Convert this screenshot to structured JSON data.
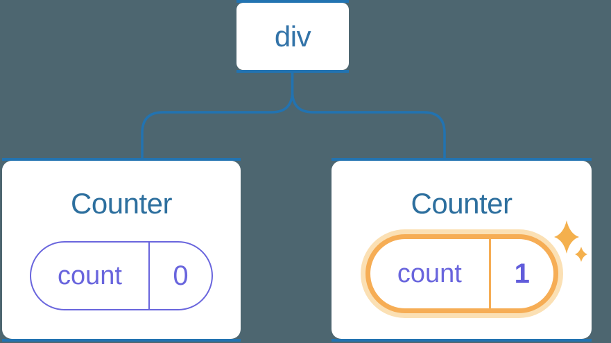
{
  "diagram": {
    "root": {
      "label": "div"
    },
    "counters": [
      {
        "title": "Counter",
        "state_key": "count",
        "state_value": "0",
        "highlighted": false
      },
      {
        "title": "Counter",
        "state_key": "count",
        "state_value": "1",
        "highlighted": true
      }
    ],
    "colors": {
      "background": "#4d6670",
      "connector_blue": "#2273b1",
      "node_label_blue": "#3273a8",
      "title_blue": "#2d6f9e",
      "state_purple": "#6965dd",
      "highlight_orange": "#f6ad55",
      "highlight_halo": "#fbe0b4",
      "sparkle_orange": "#f4b04d",
      "node_background": "#ffffff"
    }
  }
}
